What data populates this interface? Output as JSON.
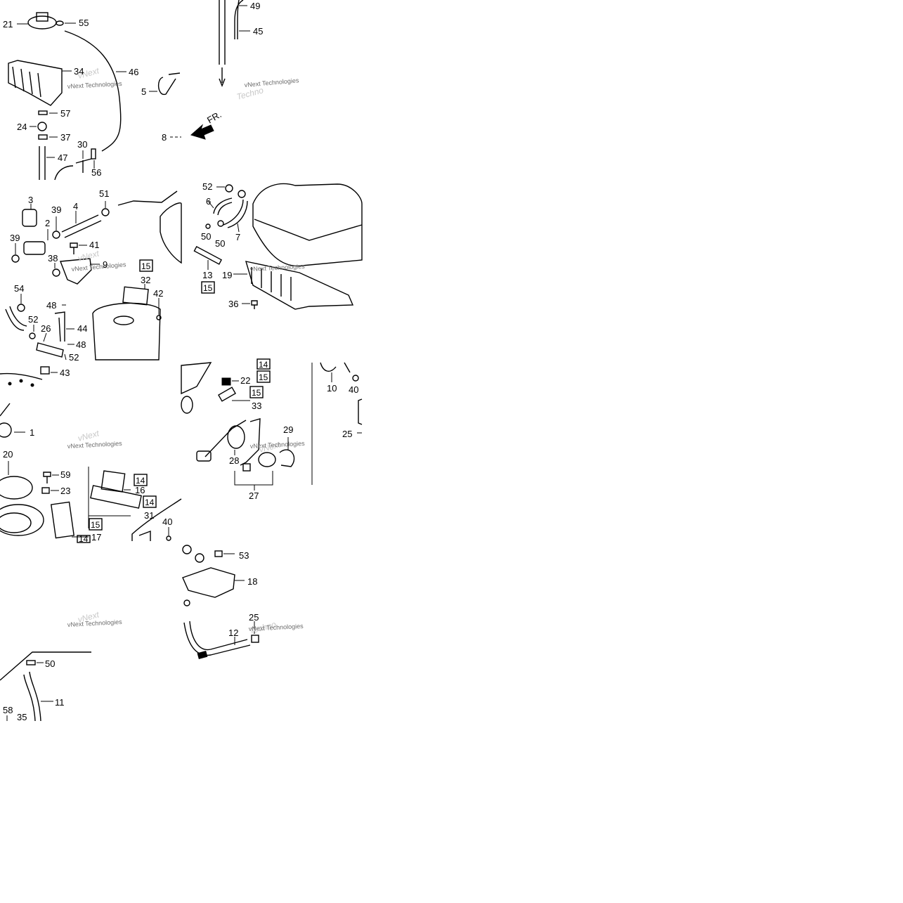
{
  "diagram": {
    "direction_label": "FR.",
    "watermark_text": "vNext Technologies",
    "callouts": {
      "c1": "1",
      "c2": "2",
      "c3": "3",
      "c4": "4",
      "c5": "5",
      "c6": "6",
      "c7": "7",
      "c8": "8",
      "c9": "9",
      "c10": "10",
      "c11": "11",
      "c12": "12",
      "c13": "13",
      "c16": "16",
      "c17": "17",
      "c18": "18",
      "c19": "19",
      "c20": "20",
      "c21": "21",
      "c22": "22",
      "c23": "23",
      "c24": "24",
      "c25a": "25",
      "c25b": "25",
      "c26": "26",
      "c27": "27",
      "c28": "28",
      "c29": "29",
      "c30": "30",
      "c31": "31",
      "c32": "32",
      "c33": "33",
      "c34": "34",
      "c35": "35",
      "c36": "36",
      "c37": "37",
      "c38": "38",
      "c39a": "39",
      "c39b": "39",
      "c40a": "40",
      "c40b": "40",
      "c41": "41",
      "c42": "42",
      "c43": "43",
      "c44": "44",
      "c45": "45",
      "c46": "46",
      "c47": "47",
      "c48a": "48",
      "c48b": "48",
      "c49": "49",
      "c50a": "50",
      "c50b": "50",
      "c50c": "50",
      "c51": "51",
      "c52a": "52",
      "c52b": "52",
      "c52c": "52",
      "c53": "53",
      "c54": "54",
      "c55": "55",
      "c56": "56",
      "c57": "57",
      "c58": "58",
      "c59": "59"
    },
    "boxed": {
      "b15a": "15",
      "b15b": "15",
      "b15c": "15",
      "b15d": "15",
      "b15e": "15",
      "b14a": "14",
      "b14b": "14",
      "b14c": "14",
      "b14d": "14"
    }
  }
}
